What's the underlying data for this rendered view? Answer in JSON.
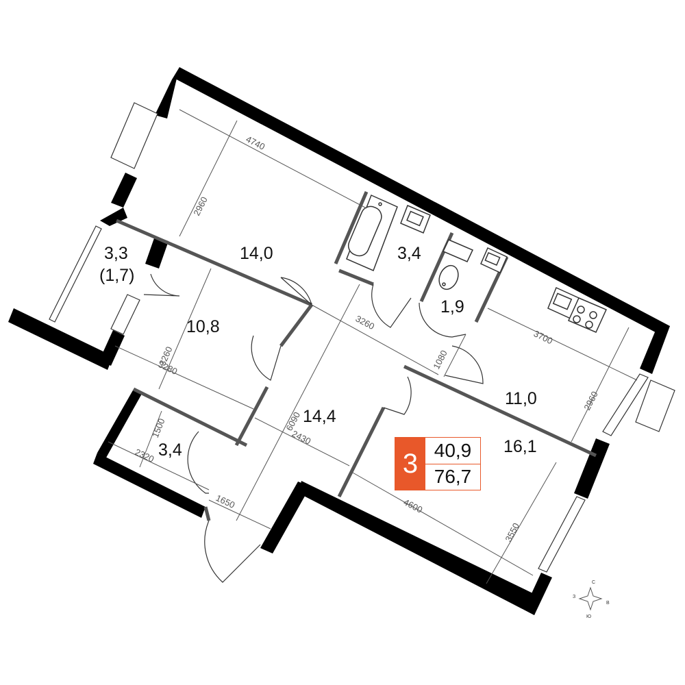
{
  "rooms": [
    {
      "id": "bedroom-top",
      "area": "14,0"
    },
    {
      "id": "bathroom",
      "area": "3,4"
    },
    {
      "id": "toilet",
      "area": "1,9"
    },
    {
      "id": "balcony",
      "area": "3,3",
      "area_secondary": "(1,7)"
    },
    {
      "id": "bedroom-middle",
      "area": "10,8"
    },
    {
      "id": "hall",
      "area": "14,4"
    },
    {
      "id": "kitchen",
      "area": "11,0"
    },
    {
      "id": "living-room",
      "area": "16,1"
    },
    {
      "id": "storage",
      "area": "3,4"
    }
  ],
  "dimensions": {
    "d4740": "4740",
    "d2960a": "2960",
    "d3260a": "3260",
    "d3280": "3280",
    "d3260b": "3260",
    "d6090": "6090",
    "d2430": "2430",
    "d1500": "1500",
    "d2320": "2320",
    "d1650": "1650",
    "d3700": "3700",
    "d1080": "1080",
    "d2960b": "2960",
    "d4600": "4600",
    "d3550": "3550"
  },
  "badge": {
    "rooms_count": "3",
    "living_area": "40,9",
    "total_area": "76,7",
    "color": "#e8582a"
  },
  "compass": {
    "north": "С",
    "east": "В",
    "south": "Ю",
    "west": "З"
  }
}
